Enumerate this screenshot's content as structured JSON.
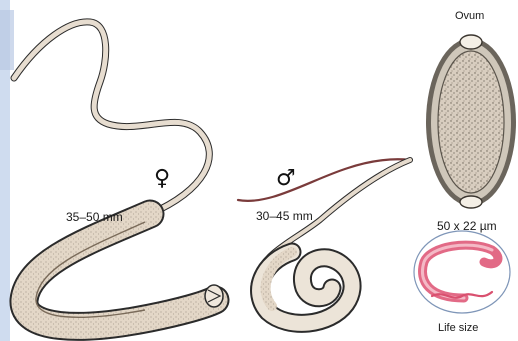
{
  "labels": {
    "ovum": "Ovum",
    "female_symbol": "♀",
    "male_symbol": "♂",
    "female_length": "35–50 mm",
    "male_length": "30–45 mm",
    "egg_size": "50 x 22 µm",
    "life_size": "Life size"
  },
  "colors": {
    "worm_fill": "#e7ddd0",
    "worm_outline": "#2b2b2b",
    "male_tail": "#7a3b3b",
    "pink": "#e26a86",
    "egg_fill": "#d9cfc2",
    "left_edge_tint": "#cfdcef"
  }
}
